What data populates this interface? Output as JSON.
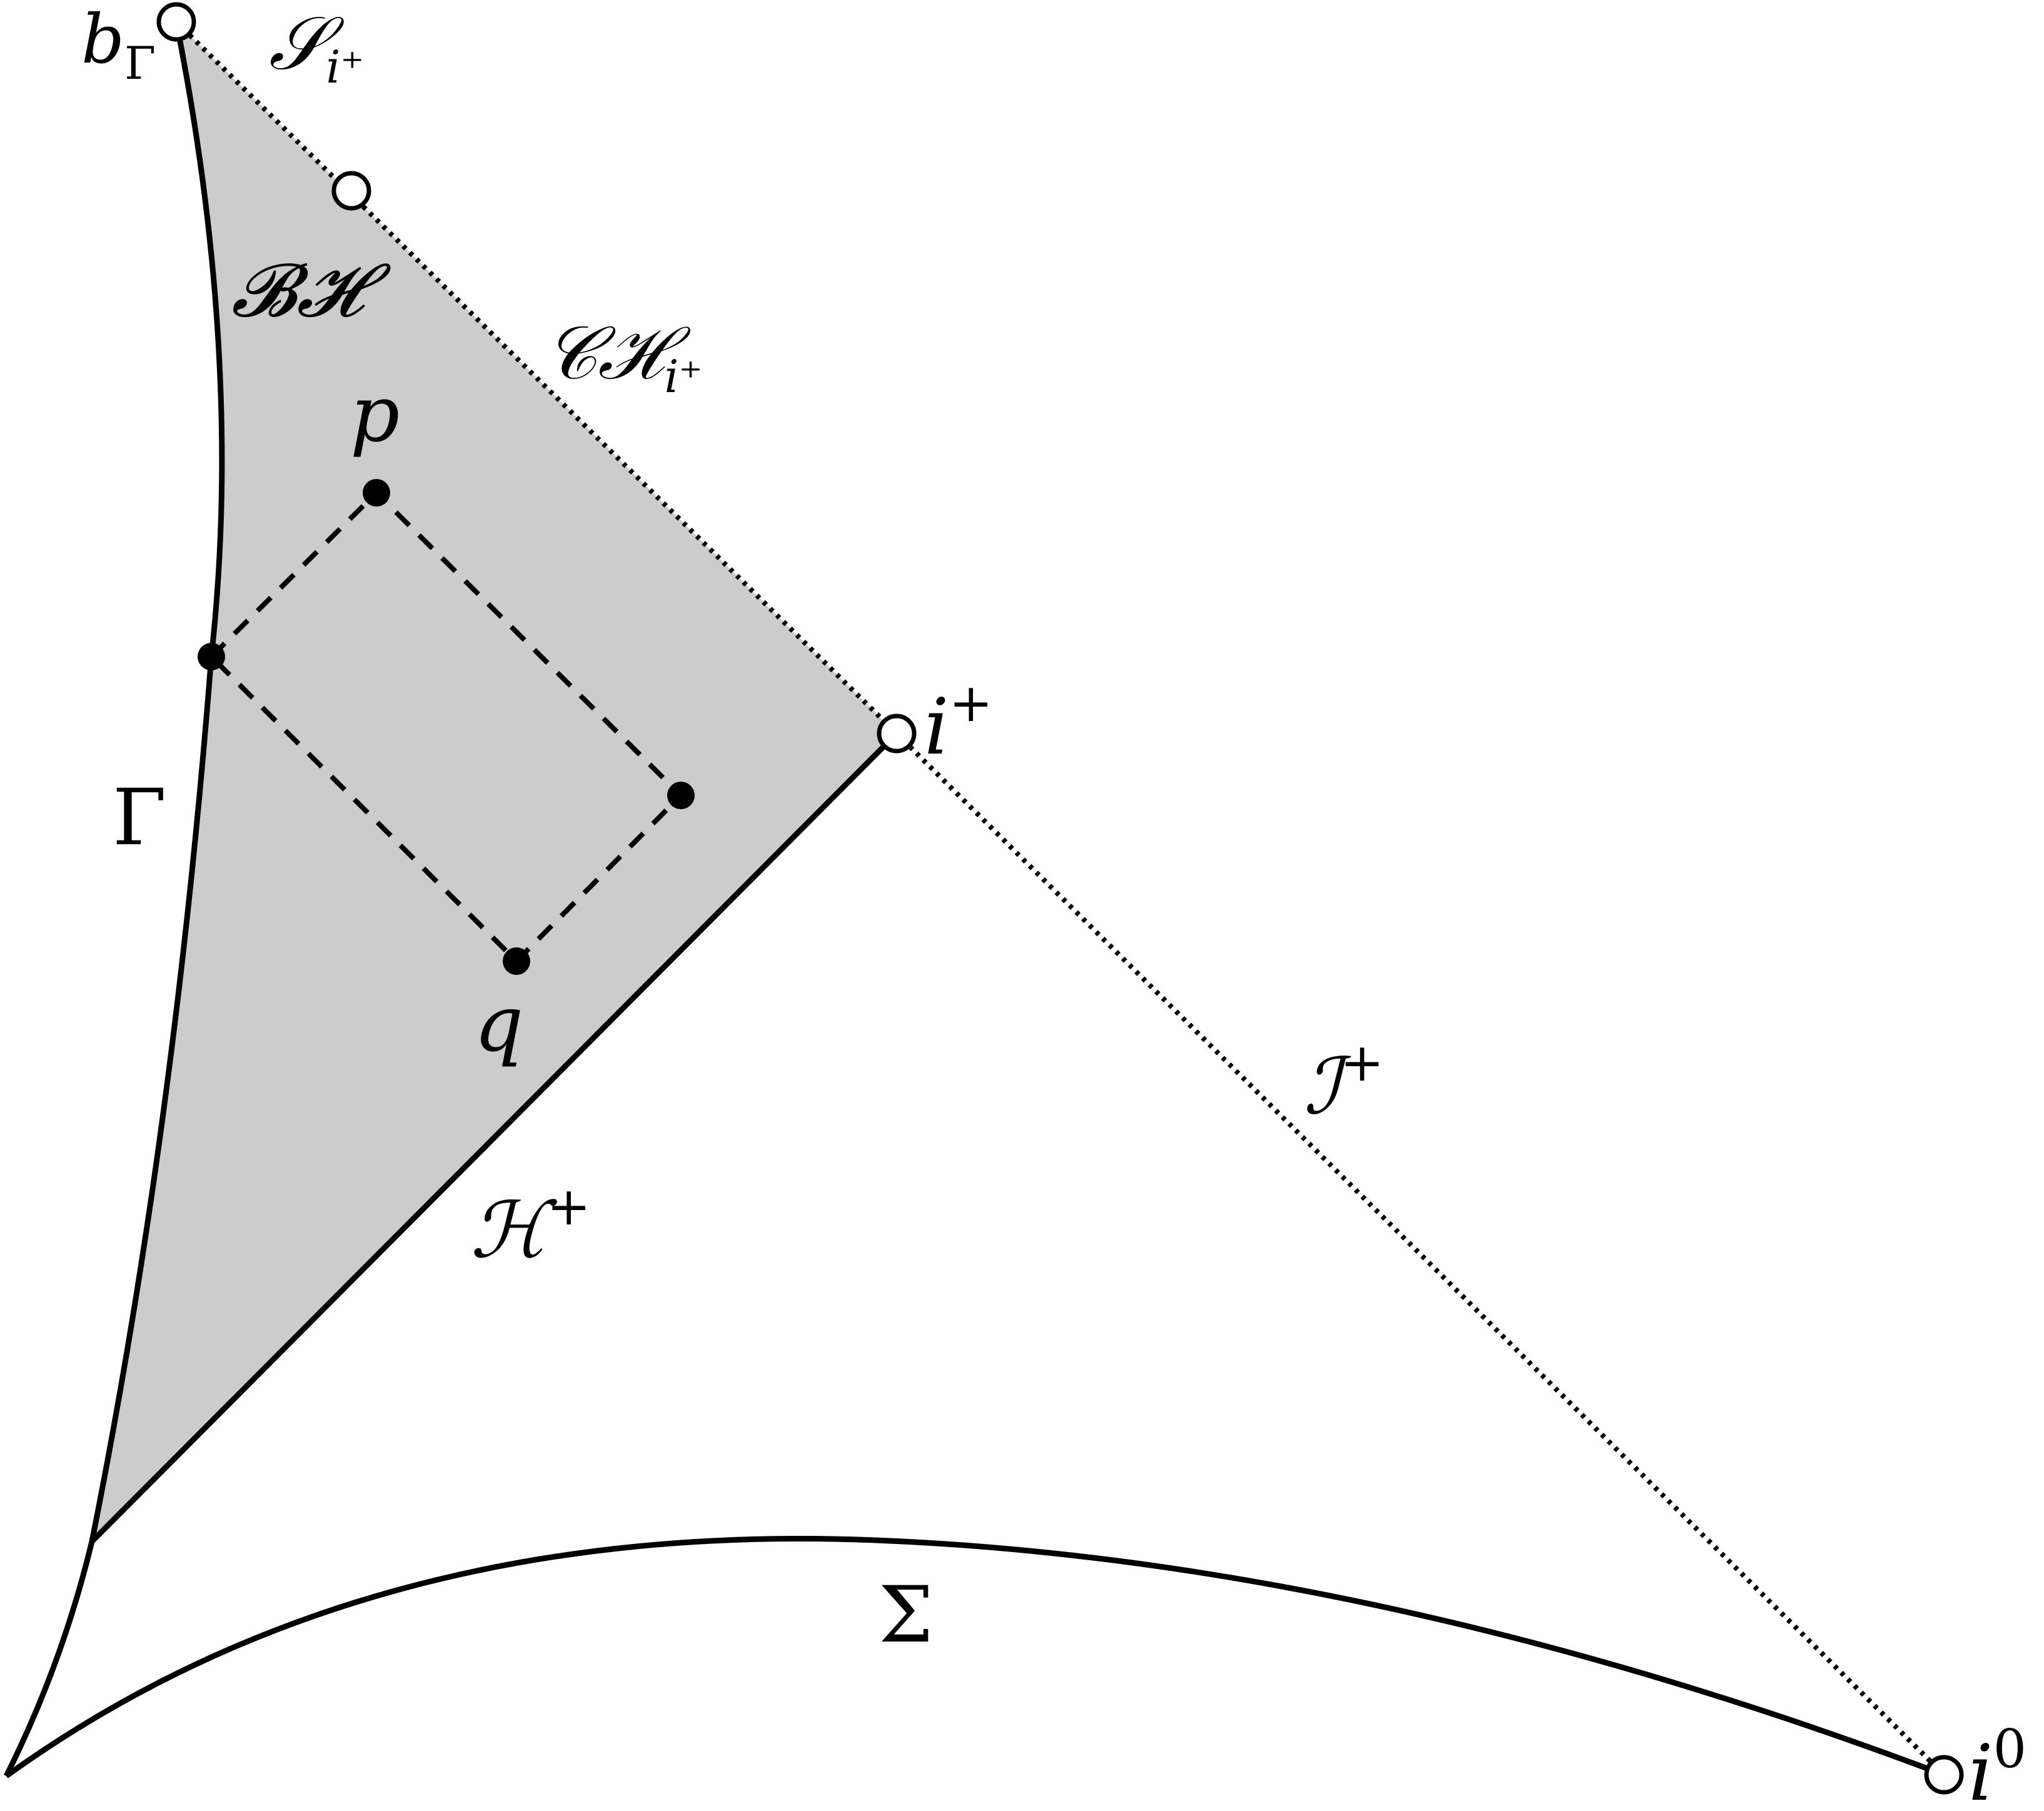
{
  "colors": {
    "stroke": "#000000",
    "shaded_region": "#cccccc",
    "background": "#ffffff",
    "open_point_fill": "#ffffff",
    "closed_point_fill": "#000000"
  },
  "labels": {
    "b_gamma": {
      "base": "b",
      "sub": "Γ"
    },
    "s_iplus": {
      "base": "𝒮",
      "sub": "i⁺"
    },
    "bh": "𝓑𝓗",
    "ch_iplus": {
      "base": "𝒞ℋ",
      "sub": "i⁺"
    },
    "p": "p",
    "q": "q",
    "i_plus": {
      "base": "i",
      "sup": "+"
    },
    "gamma": "Γ",
    "scri_plus": {
      "base": "ℐ",
      "sup": "+"
    },
    "h_plus": {
      "base": "ℋ",
      "sup": "+"
    },
    "sigma": "Σ",
    "i_zero": {
      "base": "i",
      "sup": "0"
    }
  },
  "diagram": {
    "open_points": [
      "b_gamma",
      "bh_endpoint",
      "i_plus",
      "i_zero"
    ],
    "closed_points": [
      "p",
      "q",
      "gamma_point",
      "right_corner"
    ],
    "curves": {
      "gamma": "solid",
      "event_horizon_h_plus": "solid",
      "cauchy_horizon": "dotted",
      "scri_plus": "dotted",
      "sigma": "solid",
      "diamond": "dashed"
    }
  }
}
